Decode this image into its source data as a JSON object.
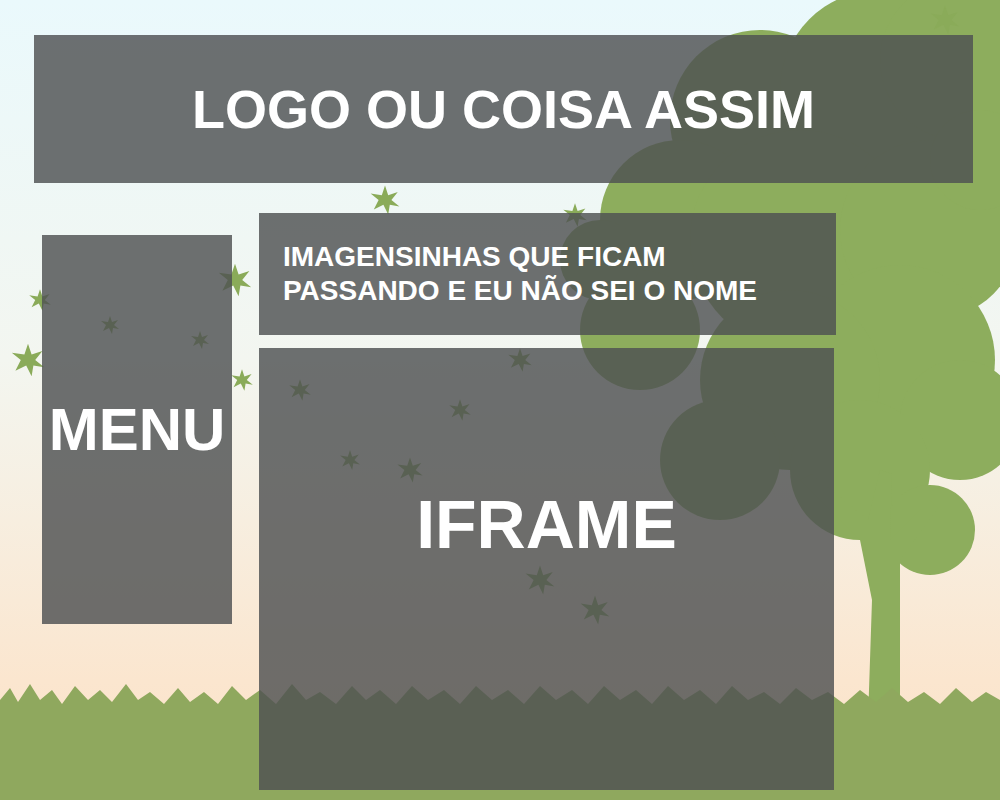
{
  "diagram": {
    "nodes": [
      {
        "text": [
          "LOGO OU COISA ASSIM"
        ]
      },
      {
        "text": [
          "MENU"
        ]
      },
      {
        "text": [
          "IMAGENSINHAS QUE FICAM PASSANDO E EU NÃO SEI O NOME"
        ]
      },
      {
        "text": [
          "IFRAME"
        ]
      }
    ]
  }
}
